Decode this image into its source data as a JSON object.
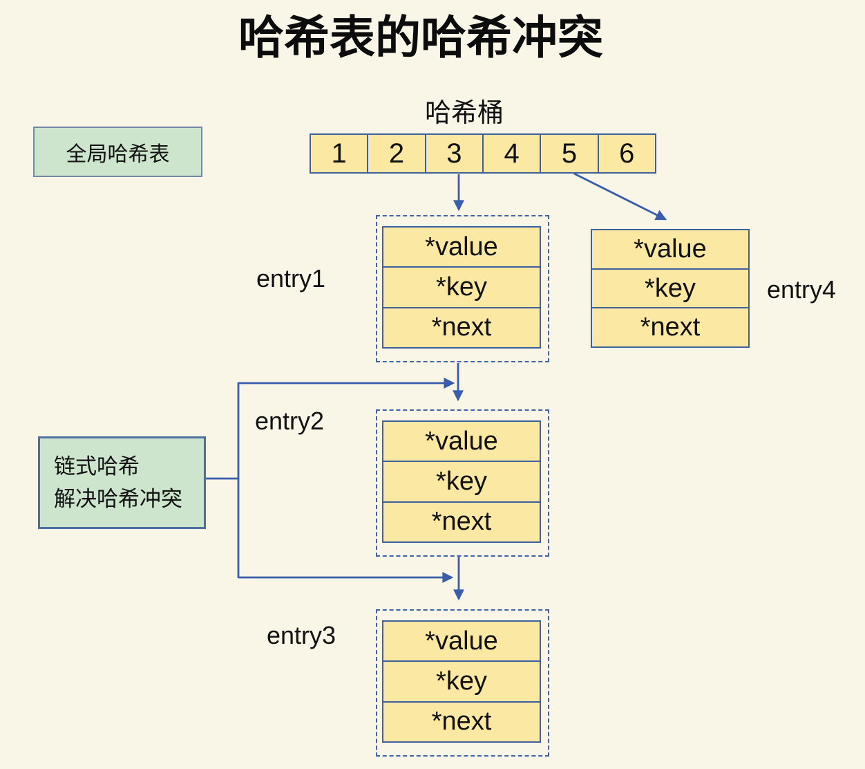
{
  "title": "哈希表的哈希冲突",
  "colors": {
    "background": "#f9f6e8",
    "cell_fill": "#fbe8a3",
    "cell_border": "#3f5f9f",
    "dashed_border": "#3f63a8",
    "arrow": "#3a5da9",
    "green_fill": "#cde5cd",
    "green_border_global": "#7288a5",
    "green_border_chain": "#4d6fa3",
    "text": "#111111"
  },
  "legend": {
    "global_label": "全局哈希表",
    "chain_label_line1": "链式哈希",
    "chain_label_line2": "解决哈希冲突"
  },
  "bucket": {
    "label": "哈希桶",
    "cells": [
      "1",
      "2",
      "3",
      "4",
      "5",
      "6"
    ]
  },
  "entries": [
    {
      "name": "entry1",
      "dashed": true,
      "fields": [
        "*value",
        "*key",
        "*next"
      ]
    },
    {
      "name": "entry2",
      "dashed": true,
      "fields": [
        "*value",
        "*key",
        "*next"
      ]
    },
    {
      "name": "entry3",
      "dashed": true,
      "fields": [
        "*value",
        "*key",
        "*next"
      ]
    },
    {
      "name": "entry4",
      "dashed": false,
      "fields": [
        "*value",
        "*key",
        "*next"
      ]
    }
  ],
  "edges": [
    {
      "from": "bucket-cell-3",
      "to": "entry1"
    },
    {
      "from": "bucket-cell-5",
      "to": "entry4"
    },
    {
      "from": "entry1",
      "to": "entry2"
    },
    {
      "from": "entry2",
      "to": "entry3"
    },
    {
      "from": "chain-note",
      "to": "entry2"
    },
    {
      "from": "chain-note",
      "to": "entry3"
    }
  ]
}
